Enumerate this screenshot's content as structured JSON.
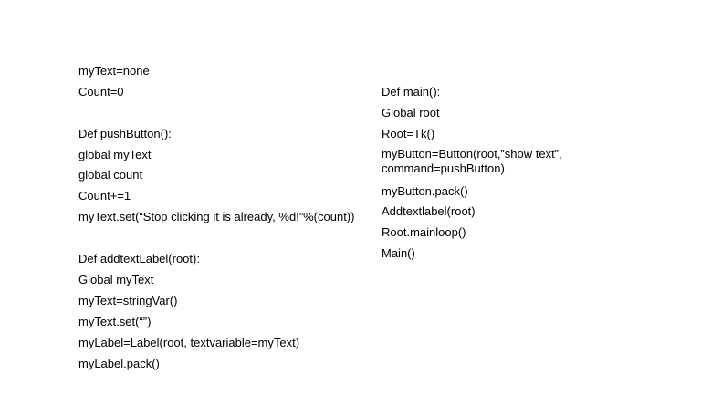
{
  "left_column": {
    "lines": [
      "myText=none",
      "Count=0",
      "Def pushButton():",
      "global myText",
      "global count",
      "Count+=1",
      "myText.set(“Stop clicking it is already, %d!”%(count))",
      "Def addtextLabel(root):",
      "Global myText",
      "myText=stringVar()",
      "myText.set(“”)",
      "myLabel=Label(root, textvariable=myText)",
      "myLabel.pack()"
    ]
  },
  "right_column": {
    "lines": [
      "Def main():",
      "Global root",
      "Root=Tk()",
      "myButton=Button(root,”show text”, command=pushButton)",
      "myButton.pack()",
      "Addtextlabel(root)",
      "Root.mainloop()",
      "Main()"
    ]
  }
}
